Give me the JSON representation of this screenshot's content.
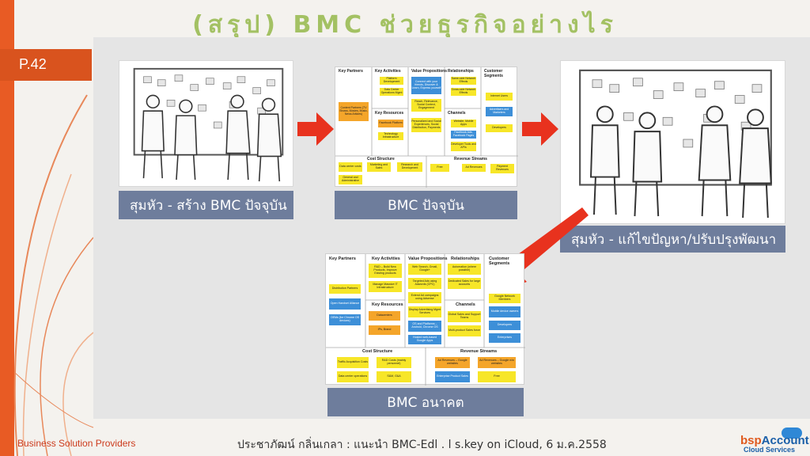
{
  "title": "(สรุป) BMC ช่วยธุรกิจอย่างไร",
  "page_tag": "P.42",
  "captions": {
    "brainstorm_current": "สุมหัว - สร้าง BMC ปัจจุบัน",
    "bmc_current": "BMC ปัจจุบัน",
    "brainstorm_improve": "สุมหัว - แก้ไขปัญหา/ปรับปรุงพัฒนา",
    "bmc_future": "BMC อนาคต"
  },
  "bmc_current": {
    "headers": {
      "partners": "Key Partners",
      "activities": "Key Activities",
      "value": "Value Propositions",
      "relationships": "Relationships",
      "segments": "Customer Segments",
      "resources": "Key Resources",
      "channels": "Channels",
      "cost": "Cost Structure",
      "revenue": "Revenue Streams"
    },
    "notes": [
      "Content Partners (TV Shows, Movies, Music, News Articles)",
      "Platform Development",
      "Data Center Operations Mgmt",
      "Connect with your friends, Discover & Learn, Express yourself",
      "Same-side Network Effects",
      "Cross-side Network Effects",
      "Internet Users",
      "Advertisers and Marketers",
      "Developers",
      "Facebook Platform",
      "Technology Infrastructure",
      "Reach, Relevance, Social Context, Engagement",
      "Personalized and Social Experiences, Social Distribution, Payments",
      "Website, Mobile Apps",
      "Facebook Ads, Facebook Pages",
      "Developer Tools and APIs",
      "Data center costs",
      "Marketing and Sales",
      "Research and Development",
      "General and Administrative",
      "Free",
      "Ad Revenues",
      "Payment Revenues"
    ]
  },
  "bmc_future": {
    "headers": {
      "partners": "Key Partners",
      "activities": "Key Activities",
      "value": "Value Propositions",
      "relationships": "Relationships",
      "segments": "Customer Segments",
      "resources": "Key Resources",
      "channels": "Channels",
      "cost": "Cost Structure",
      "revenue": "Revenue Streams"
    },
    "notes": [
      "Distribution Partners",
      "Open Handset Alliance",
      "OEMs (for Chrome OS devices)",
      "R&D – Build New Products, Improve Existing products",
      "Manage Massive IT Infrastructure",
      "Web Search, Gmail, Google+",
      "Targeted Ads using Adwords (CPC)",
      "Extend Ad campaigns using Adsense",
      "Display Advertising Mgmt Services",
      "OS and Platforms – Android, Chrome OS",
      "Hosted web-based Google Apps",
      "Automation (where possible)",
      "Dedicated Sales for large accounts",
      "Google Network Members",
      "Mobile device owners",
      "Developers",
      "Enterprises",
      "Datacenters",
      "IPs, Brand",
      "Global Sales and Support Teams",
      "Multi-product Sales force",
      "Traffic Acquisition Costs",
      "R&D Costs (mainly personnel)",
      "Data center operations",
      "S&M, G&A",
      "Ad Revenues – Google websites",
      "Ad Revenues – Google n/w websites",
      "Enterprise Product Sales",
      "Free"
    ]
  },
  "footer": {
    "left": "Business Solution Providers",
    "center": "ประชาภัฒน์ กลิ่นเกลา : แนะนำ BMC-Edl . l s.key on iCloud, 6 ม.ค.2558"
  },
  "logo": {
    "name_a": "bsp",
    "name_b": "Account",
    "tagline": "Cloud Services"
  },
  "colors": {
    "accent_orange": "#e85b24",
    "title_green": "#a3c163",
    "caption_bg": "#6e7d9c",
    "arrow_red": "#e8321e",
    "note_yellow": "#f7e628",
    "note_blue": "#3d8fd8",
    "note_orange": "#f4a52a"
  }
}
